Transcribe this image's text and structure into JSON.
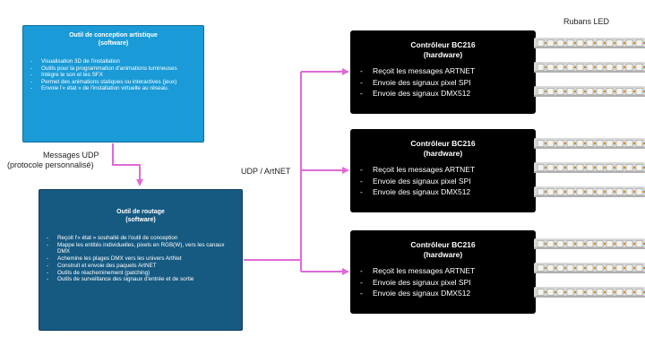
{
  "design_tool": {
    "title": "Outil de conception artistique",
    "subtitle": "(software)",
    "items": [
      "Visualisation 3D de l'installation",
      "Outils pour la programmation d'animations lumineuses",
      "Intègre le son et les SFX",
      "Permet des animations statiques ou interactives (jeux)",
      "Envoie l'« état » de l'installation virtuelle au réseau."
    ]
  },
  "routing_tool": {
    "title": "Outil de routage",
    "subtitle": "(software)",
    "items": [
      "Reçoit l'« état » souhaité de l'outil de conception",
      "Mappe les entités individuelles, pixels en RGB(W), vers les canaux DMX",
      "Achemine les plages DMX vers les univers ArtNet",
      "Construit et envoie des paquets ArtNET",
      "Outils de réacheminement (patching)",
      "Outils de surveillance des signaux d'entrée et de sortie"
    ]
  },
  "labels": {
    "udp_line1": "Messages UDP",
    "udp_line2": "(protocole personnalisé)",
    "artnet": "UDP / ArtNET",
    "led_strips": "Rubans LED"
  },
  "controller": {
    "title": "Contrôleur BC216",
    "subtitle": "(hardware)",
    "items": [
      "Reçoit les messages ARTNET",
      "Envoie des signaux pixel SPI",
      "Envoie des signaux DMX512"
    ]
  },
  "colors": {
    "arrow": "#e06ad6",
    "design_fill": "#1a9ad6",
    "routing_fill": "#165a82",
    "controller_fill": "#000000",
    "strip_base": "#d8d8d8",
    "led_chip": "#f4f4ee"
  }
}
